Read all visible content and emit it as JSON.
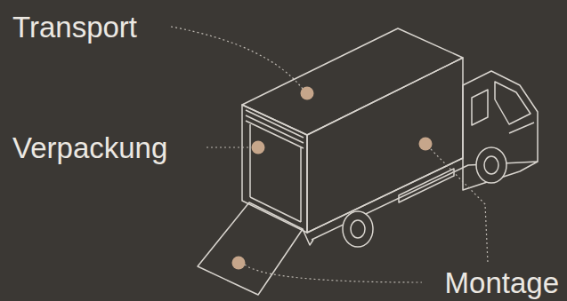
{
  "diagram": {
    "labels": [
      "Transport",
      "Verpackung",
      "Montage"
    ]
  }
}
